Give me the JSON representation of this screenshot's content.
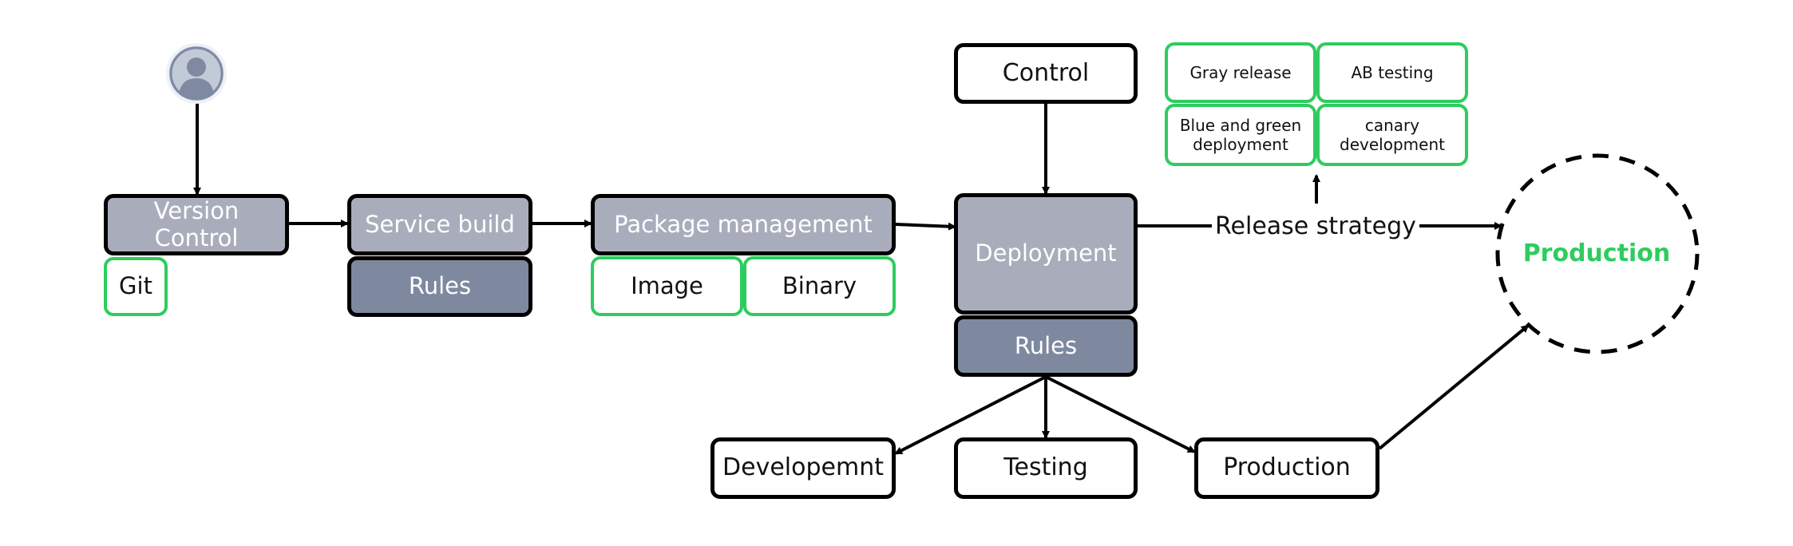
{
  "colors": {
    "box_gray": "#a9adbb",
    "box_dark": "#7e899f",
    "accent_green": "#2ecc5e",
    "stroke": "#000000"
  },
  "icons": {
    "user": "user-avatar-icon"
  },
  "nodes": {
    "version_control": "Version Control",
    "git": "Git",
    "service_build": "Service build",
    "build_rules": "Rules",
    "package_management": "Package management",
    "image": "Image",
    "binary": "Binary",
    "control": "Control",
    "deployment": "Deployment",
    "deploy_rules": "Rules",
    "development": "Developemnt",
    "testing": "Testing",
    "production_env": "Production",
    "release_strategy": "Release strategy",
    "production_target": "Production"
  },
  "strategies": {
    "gray_release": "Gray release",
    "ab_testing": "AB testing",
    "blue_green": "Blue and green deployment",
    "canary": "canary development"
  }
}
